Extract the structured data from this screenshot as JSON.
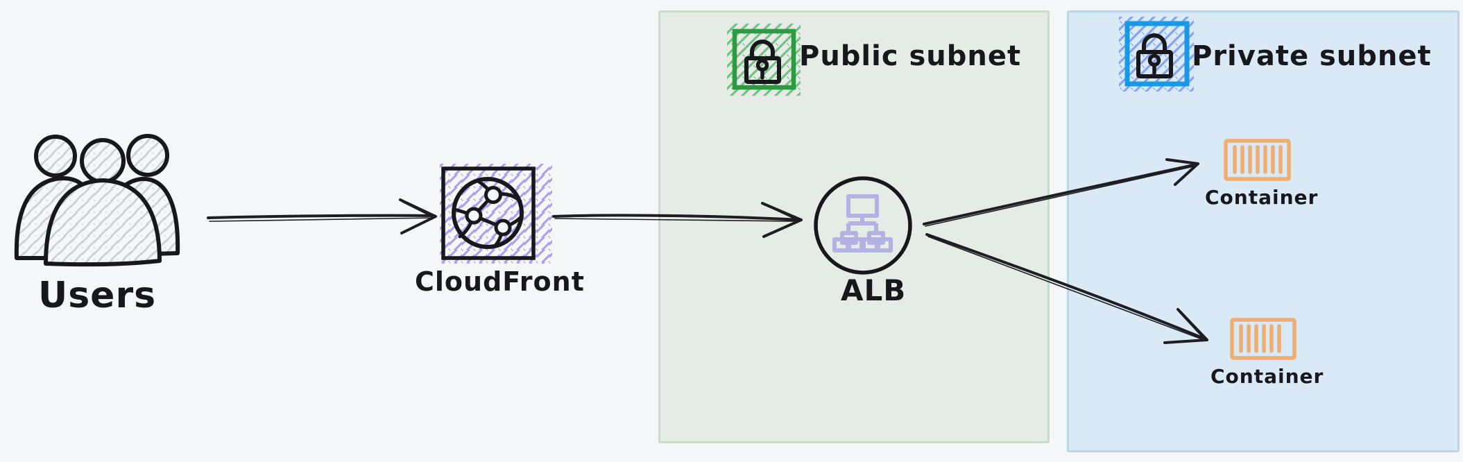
{
  "diagram": {
    "nodes": {
      "users": {
        "label": "Users",
        "icon": "people-group-icon"
      },
      "cloudfront": {
        "label": "CloudFront",
        "icon": "globe-network-icon"
      },
      "alb": {
        "label": "ALB",
        "icon": "load-balancer-tree-icon"
      },
      "container_top": {
        "label": "Container",
        "icon": "container-barcode-icon"
      },
      "container_bottom": {
        "label": "Container",
        "icon": "container-barcode-icon"
      }
    },
    "regions": {
      "public_subnet": {
        "label": "Public subnet",
        "icon": "lock-icon",
        "fill": "#e4ece5",
        "border": "#c9dbcb",
        "lock_border": "#2d9c41",
        "hatch": "#72c281"
      },
      "private_subnet": {
        "label": "Private subnet",
        "icon": "lock-icon",
        "fill": "#d9eaf6",
        "border": "#b7d7ee",
        "lock_border": "#169ae6",
        "hatch": "#85a3f0"
      }
    },
    "edges": [
      {
        "from": "users",
        "to": "cloudfront"
      },
      {
        "from": "cloudfront",
        "to": "alb"
      },
      {
        "from": "alb",
        "to": "container_top"
      },
      {
        "from": "alb",
        "to": "container_bottom"
      }
    ],
    "colors": {
      "background": "#f5f6f8",
      "ink": "#17171c",
      "cloudfront_hatch": "#a89ef2",
      "alb_icon": "#b5b1e3",
      "container_icon": "#efad72",
      "users_hatch": "#c9cdd5"
    }
  }
}
